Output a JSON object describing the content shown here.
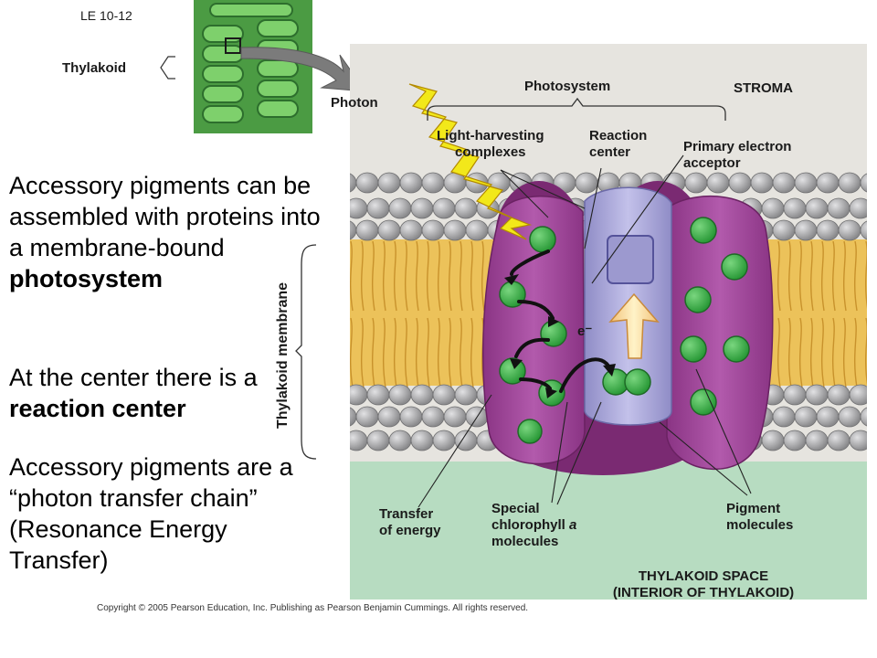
{
  "slide_id": "LE 10-12",
  "labels": {
    "thylakoid": "Thylakoid",
    "photon": "Photon",
    "photosystem": "Photosystem",
    "stroma": "STROMA",
    "light_harvesting": "Light-harvesting\ncomplexes",
    "reaction_center": "Reaction\ncenter",
    "primary_acceptor": "Primary electron\nacceptor",
    "electron": "e⁻",
    "thylakoid_membrane": "Thylakoid membrane",
    "transfer_energy": "Transfer\nof energy",
    "special_chlorophyll_1": "Special",
    "special_chlorophyll_2_pre": "chlorophyll ",
    "special_chlorophyll_2_italic": "a",
    "special_chlorophyll_3": "molecules",
    "pigment_molecules": "Pigment\nmolecules",
    "thylakoid_space_1": "THYLAKOID SPACE",
    "thylakoid_space_2": "(INTERIOR OF THYLAKOID)"
  },
  "text": {
    "p1_a": "Accessory pigments can be assembled with proteins into a membrane-bound ",
    "p1_b": "photosystem",
    "p2_a": "At the center there is a ",
    "p2_b": "reaction center",
    "p3": "Accessory pigments are a “photon transfer chain” (Resonance Energy Transfer)"
  },
  "copyright": "Copyright © 2005 Pearson Education, Inc. Publishing as Pearson Benjamin Cummings. All rights reserved.",
  "colors": {
    "stroma": "#e6e4df",
    "thylakoid_space": "#b7dcc1",
    "lipid_head": "#a8a8aa",
    "lipid_tail": "#e8b84e",
    "protein": "#a0469a",
    "protein_dark": "#7a2a72",
    "reaction_center": "#a9a6d8",
    "chlorophyll": "#3fb04a",
    "photon": "#f2e81a"
  }
}
